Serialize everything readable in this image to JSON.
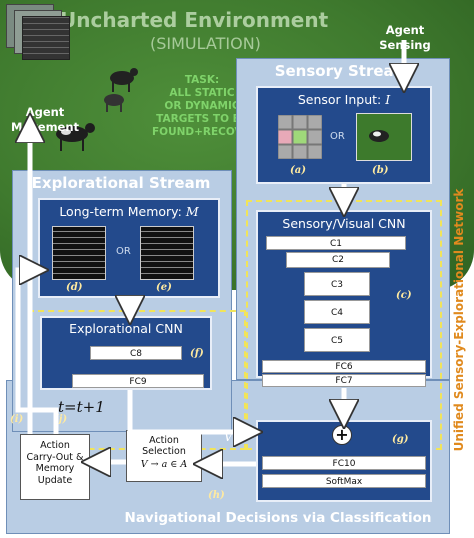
{
  "environment": {
    "title": "Uncharted Environment",
    "subtitle": "(SIMULATION)",
    "task": "TASK:\nALL STATIC\nOR DYNAMIC\nTARGETS TO BE\nFOUND+RECOVERED",
    "agent_sensing": "Agent\nSensing",
    "agent_movement": "Agent\nMovement"
  },
  "sensory": {
    "title": "Sensory Stream",
    "sensor_input": "Sensor Input: ",
    "sensor_symbol": "I",
    "or": "OR",
    "label_a": "(a)",
    "label_b": "(b)",
    "cnn_title": "Sensory/Visual CNN",
    "label_c": "(c)",
    "layers": [
      "C1",
      "C2",
      "C3",
      "C4",
      "C5",
      "FC6",
      "FC7"
    ]
  },
  "explorational": {
    "title": "Explorational Stream",
    "memory_title": "Long-term Memory: ",
    "memory_symbol": "M",
    "or": "OR",
    "label_d": "(d)",
    "label_e": "(e)",
    "cnn_title": "Explorational CNN",
    "label_f": "(f)",
    "layers": [
      "C8",
      "FC9"
    ]
  },
  "navigation": {
    "title": "Navigational Decisions via Classification",
    "time_update": "t=t+1",
    "label_g": "(g)",
    "fc10": "FC10",
    "softmax": "SoftMax",
    "v_symbol": "V",
    "action_selection": "Action\nSelection",
    "action_formula": "V → a ∈ A",
    "label_h": "(h)",
    "action_carryout": "Action\nCarry-Out &\nMemory\nUpdate",
    "label_i": "(i)",
    "label_j": "(j)"
  },
  "network_label": "Unified Sensory-Explorational Network",
  "colors": {
    "panel_bg": "#b9cde4",
    "box_dark": "#234a8c",
    "dashed": "#f1e45a",
    "env_green": "#3f7a2e",
    "label_yellow": "#ffeaa0",
    "task_green": "#7fd36a"
  }
}
